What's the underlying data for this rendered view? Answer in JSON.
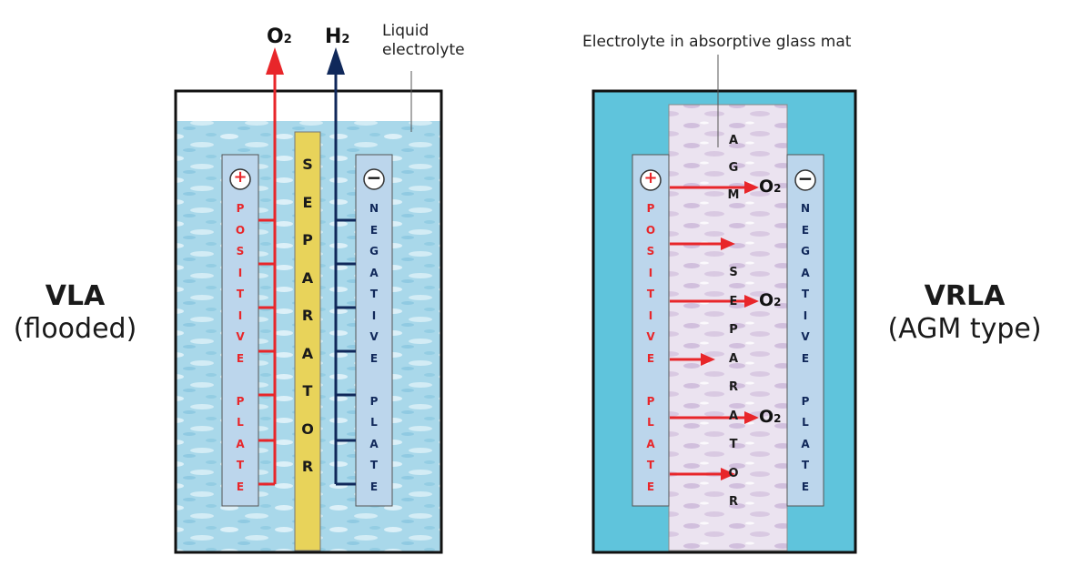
{
  "vla": {
    "title": "VLA",
    "subtitle": "(flooded)",
    "gas_o2": "O",
    "gas_o2_sub": "2",
    "gas_h2": "H",
    "gas_h2_sub": "2",
    "electrolyte_label_line1": "Liquid",
    "electrolyte_label_line2": "electrolyte",
    "positive_sign": "+",
    "negative_sign": "−",
    "positive_plate_letters": [
      "P",
      "O",
      "S",
      "I",
      "T",
      "I",
      "V",
      "E",
      "",
      "P",
      "L",
      "A",
      "T",
      "E"
    ],
    "negative_plate_letters": [
      "N",
      "E",
      "G",
      "A",
      "T",
      "I",
      "V",
      "E",
      "",
      "P",
      "L",
      "A",
      "T",
      "E"
    ],
    "separator_letters": [
      "S",
      "E",
      "P",
      "A",
      "R",
      "A",
      "T",
      "O",
      "R"
    ]
  },
  "vrla": {
    "title": "VRLA",
    "subtitle": "(AGM type)",
    "mat_label": "Electrolyte in absorptive glass mat",
    "positive_sign": "+",
    "negative_sign": "−",
    "positive_plate_letters": [
      "P",
      "O",
      "S",
      "I",
      "T",
      "I",
      "V",
      "E",
      "",
      "P",
      "L",
      "A",
      "T",
      "E"
    ],
    "negative_plate_letters": [
      "N",
      "E",
      "G",
      "A",
      "T",
      "I",
      "V",
      "E",
      "",
      "P",
      "L",
      "A",
      "T",
      "E"
    ],
    "agm_letters": [
      "A",
      "G",
      "M"
    ],
    "separator_letters": [
      "S",
      "E",
      "P",
      "A",
      "R",
      "A",
      "T",
      "O",
      "R"
    ],
    "o2_labels": [
      "O",
      "O",
      "O"
    ],
    "o2_sub": "2"
  },
  "colors": {
    "electrolyte": "#a9d8ea",
    "agm_box": "#5fc4dc",
    "plate": "#bcd6ec",
    "separator": "#e8d35a",
    "mat": "#e6dced",
    "positive_red": "#e8262a",
    "negative_navy": "#10285a"
  }
}
